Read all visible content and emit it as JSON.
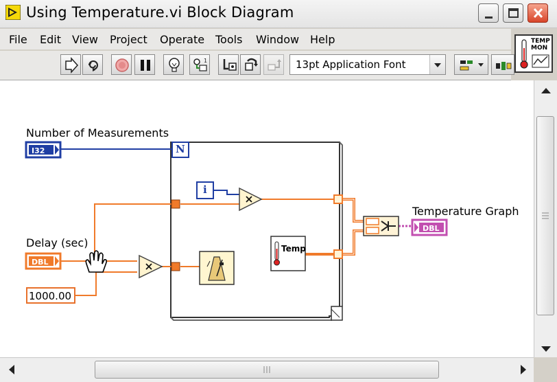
{
  "window": {
    "title": "Using Temperature.vi Block Diagram"
  },
  "menu": [
    "File",
    "Edit",
    "View",
    "Project",
    "Operate",
    "Tools",
    "Window",
    "Help"
  ],
  "toolbar": {
    "font_select_value": "13pt Application Font"
  },
  "vi_icon": {
    "text_line1": "TEMP",
    "text_line2": "MON"
  },
  "diagram": {
    "label_measurements": "Number of Measurements",
    "terminal_measurements": "I32",
    "label_delay": "Delay (sec)",
    "terminal_delay": "DBL",
    "constant_value": "1000.00",
    "loop_count_terminal": "N",
    "loop_iteration_terminal": "i",
    "temp_subvi_label": "Temp",
    "label_graph": "Temperature Graph",
    "graph_terminal": "DBL"
  },
  "colors": {
    "int_wire": "#1f3ea3",
    "dbl_wire": "#f07a2a",
    "waveform_wire": "#c24fb0"
  }
}
